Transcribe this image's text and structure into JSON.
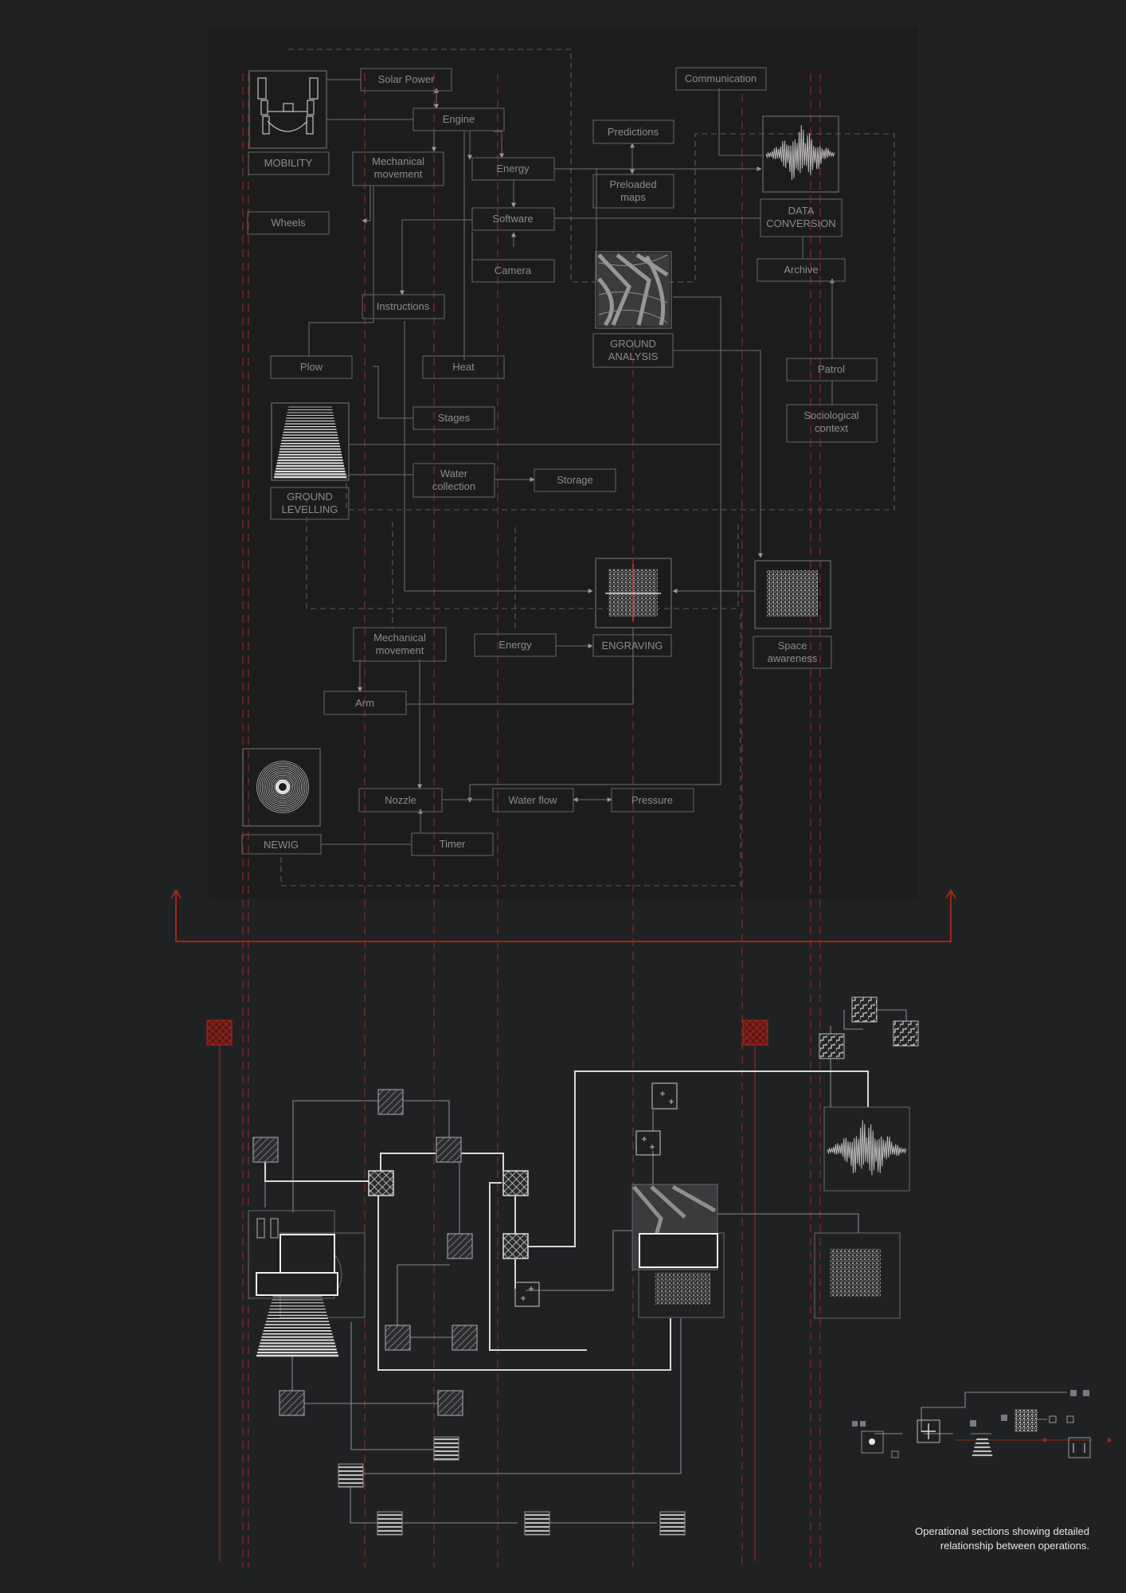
{
  "diagram": {
    "nodes": {
      "solar_power": "Solar Power",
      "engine": "Engine",
      "mobility": "MOBILITY",
      "mechanical_movement_top": [
        "Mechanical",
        "movement"
      ],
      "energy_top": "Energy",
      "wheels": "Wheels",
      "software": "Software",
      "camera": "Camera",
      "predictions": "Predictions",
      "preloaded_maps": [
        "Preloaded",
        "maps"
      ],
      "communication": "Communication",
      "data_conversion": [
        "DATA",
        "CONVERSION"
      ],
      "archive": "Archive",
      "instructions": "Instructions",
      "ground_analysis": [
        "GROUND",
        "ANALYSIS"
      ],
      "plow": "Plow",
      "heat": "Heat",
      "stages": "Stages",
      "water_collection": [
        "Water",
        "collection"
      ],
      "storage": "Storage",
      "ground_levelling": [
        "GROUND",
        "LEVELLING"
      ],
      "patrol": "Patrol",
      "sociological_context": [
        "Sociological",
        "context"
      ],
      "mechanical_movement_bottom": [
        "Mechanical",
        "movement"
      ],
      "energy_bottom": "Energy",
      "engraving": "ENGRAVING",
      "space_awareness": [
        "Space",
        "awareness"
      ],
      "arm": "Arm",
      "nozzle": "Nozzle",
      "water_flow": "Water flow",
      "pressure": "Pressure",
      "timer": "Timer",
      "nevig": "NEWIG"
    }
  },
  "caption": {
    "line1": "Operational sections showing detailed",
    "line2": "relationship between operations."
  },
  "colors": {
    "background": "#202123",
    "panel": "#1c1c1d",
    "accent_red": "#a3261b"
  }
}
